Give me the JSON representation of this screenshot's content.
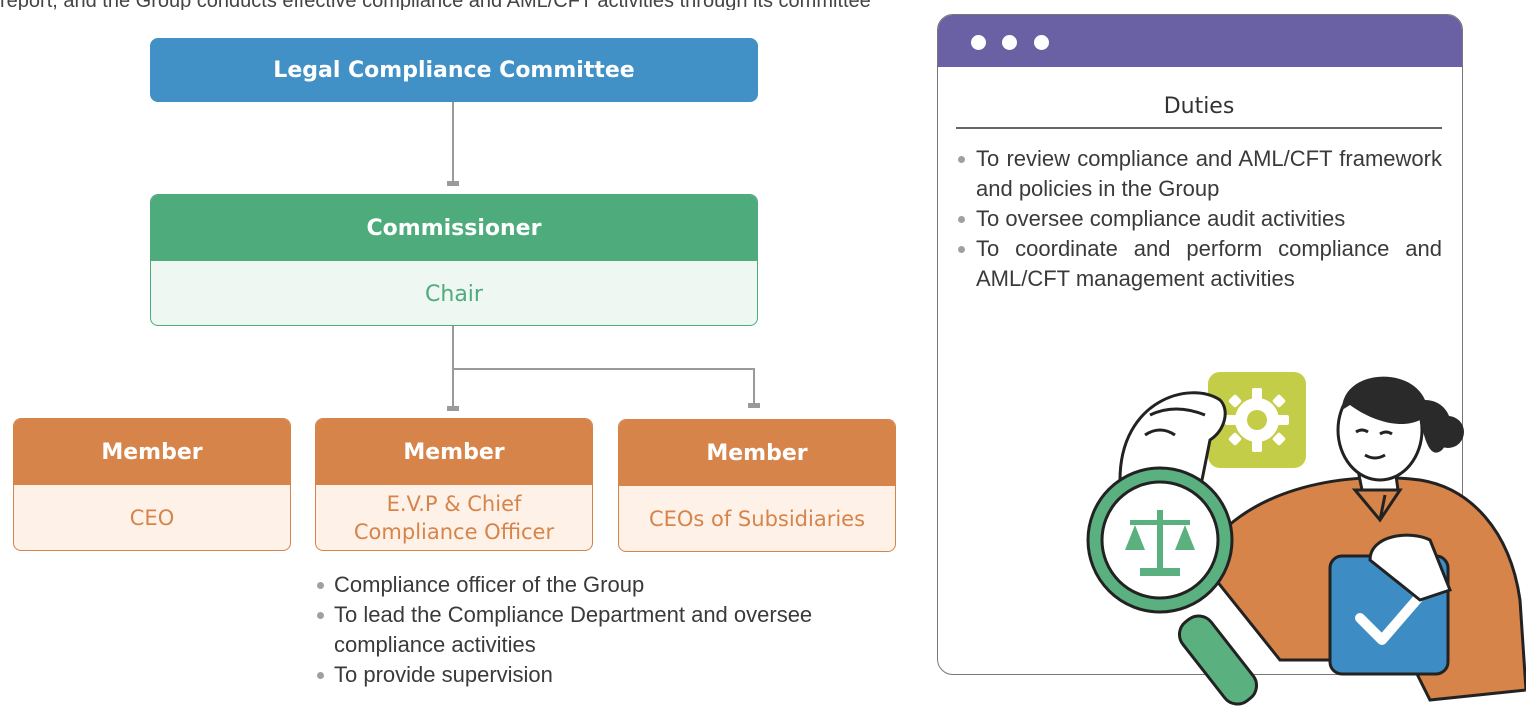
{
  "top_text": "report, and the Group conducts effective compliance and AML/CFT activities through its committee",
  "committee": {
    "label": "Legal Compliance Committee"
  },
  "commissioner": {
    "role": "Commissioner",
    "position": "Chair"
  },
  "members": [
    {
      "role": "Member",
      "position": "CEO"
    },
    {
      "role": "Member",
      "position": "E.V.P & Chief Compliance Officer"
    },
    {
      "role": "Member",
      "position": "CEOs of Subsidiaries"
    }
  ],
  "member_duties": [
    "Compliance officer of the Group",
    "To lead the Compliance Department and oversee compliance activities",
    "To provide supervision"
  ],
  "duties_panel": {
    "title": "Duties",
    "items": [
      "To review compliance and AML/CFT framework and policies in the Group",
      "To oversee compliance audit activities",
      "To coordinate and perform compliance and AML/CFT management activities"
    ]
  },
  "colors": {
    "committee": "#4190c6",
    "commissioner": "#4eac7c",
    "member": "#d6844a",
    "window_titlebar": "#6a61a4",
    "gear_tile": "#c4cd47",
    "clipboard": "#3d8dc4"
  },
  "icons": [
    "magnifier-icon",
    "scales-icon",
    "gear-icon",
    "check-icon"
  ]
}
